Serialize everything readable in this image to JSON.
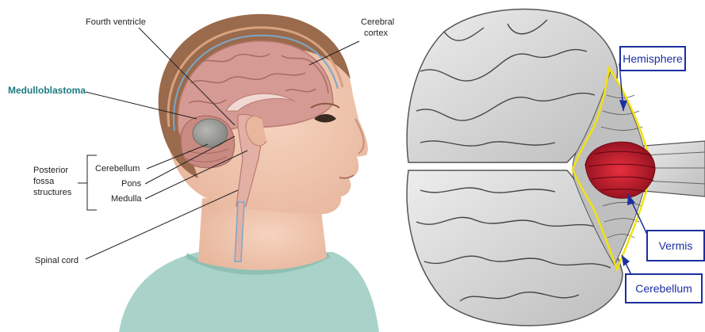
{
  "left_panel": {
    "labels": {
      "fourth_ventricle": "Fourth ventricle",
      "cerebral_cortex_1": "Cerebral",
      "cerebral_cortex_2": "cortex",
      "medulloblastoma": "Medulloblastoma",
      "posterior_1": "Posterior",
      "posterior_2": "fossa",
      "posterior_3": "structures",
      "cerebellum": "Cerebellum",
      "pons": "Pons",
      "medulla": "Medulla",
      "spinal_cord": "Spinal cord"
    },
    "colors": {
      "skin": "#f2c7b0",
      "hair": "#9a6a4c",
      "brain": "#d59a93",
      "tumor": "#9a9a96",
      "shirt": "#a9d3c8",
      "label_accent": "#1c7a7f"
    }
  },
  "right_panel": {
    "labels": {
      "hemisphere": "Hemisphere",
      "vermis": "Vermis",
      "cerebellum": "Cerebellum"
    },
    "colors": {
      "box_border": "#1c2fa0",
      "outline": "#f2e20c",
      "vermis_fill": "#c8102e"
    }
  }
}
